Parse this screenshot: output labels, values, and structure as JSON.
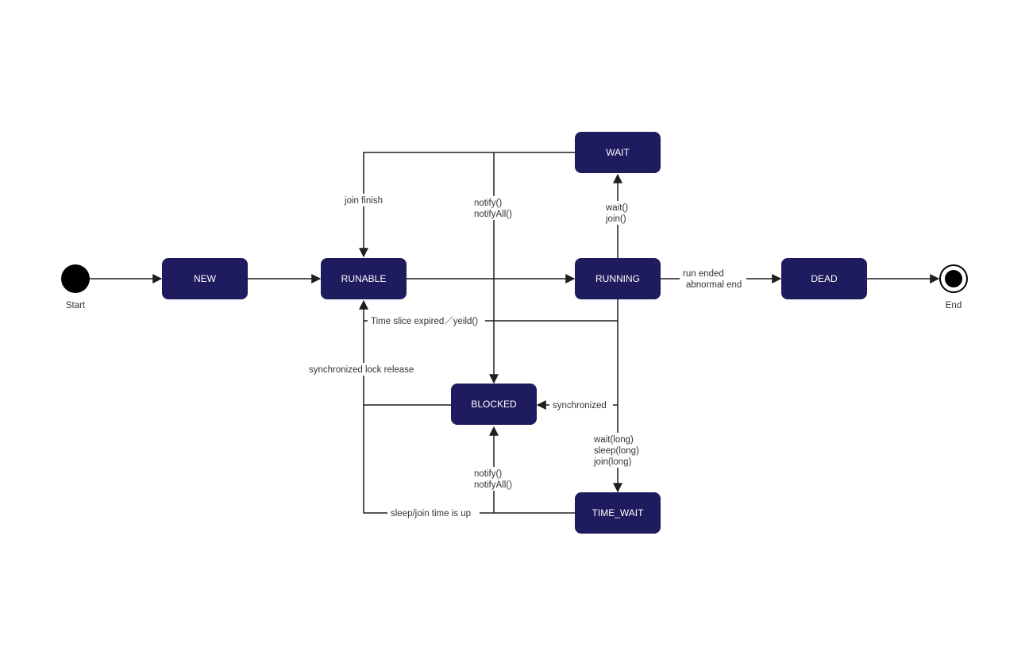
{
  "colors": {
    "node_fill": "#1e1b5e",
    "node_text": "#ffffff",
    "edge": "#1f1f1f",
    "label": "#333333",
    "background": "#ffffff"
  },
  "states": {
    "new": "NEW",
    "runable": "RUNABLE",
    "running": "RUNNING",
    "dead": "DEAD",
    "wait": "WAIT",
    "blocked": "BLOCKED",
    "time_wait": "TIME_WAIT"
  },
  "terminals": {
    "start": "Start",
    "end": "End"
  },
  "transitions": {
    "join_finish": "join finish",
    "notify_line1": "notify()",
    "notify_line2": "notifyAll()",
    "wait_line1": "wait()",
    "wait_line2": "join()",
    "run_ended": "run ended",
    "abnormal_end": "abnormal end",
    "time_slice": "Time slice expired／yeild()",
    "sync_release": "synchronized lock release",
    "synchronized": "synchronized",
    "timed_line1": "wait(long)",
    "timed_line2": "sleep(long)",
    "timed_line3": "join(long)",
    "notify2_line1": "notify()",
    "notify2_line2": "notifyAll()",
    "sleep_join_up": "sleep/join time is up"
  }
}
